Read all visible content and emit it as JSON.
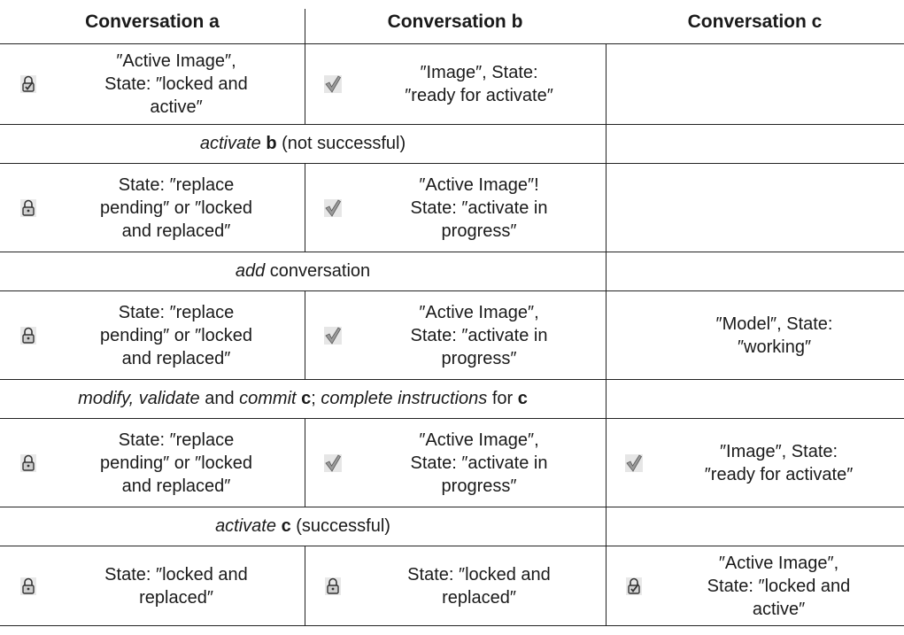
{
  "headers": [
    "Conversation a",
    "Conversation b",
    "Conversation c"
  ],
  "icons": {
    "active": "active-image-lock-icon",
    "check": "checkmark-icon",
    "lock": "padlock-icon"
  },
  "rows": [
    {
      "a": {
        "icon": "active",
        "lines": [
          "″Active Image″,",
          "State: ″locked and",
          "active″"
        ]
      },
      "b": {
        "icon": "check",
        "lines": [
          "″Image″, State:",
          "″ready for activate″"
        ]
      },
      "c": null
    },
    {
      "a": {
        "icon": "lock",
        "lines": [
          "State: ″replace",
          "pending″ or ″locked",
          "and replaced″"
        ]
      },
      "b": {
        "icon": "check",
        "lines": [
          "″Active Image″!",
          "State: ″activate in",
          "progress″"
        ]
      },
      "c": null
    },
    {
      "a": {
        "icon": "lock",
        "lines": [
          "State: ″replace",
          "pending″ or ″locked",
          "and replaced″"
        ]
      },
      "b": {
        "icon": "check",
        "lines": [
          "″Active Image″,",
          "State: ″activate in",
          "progress″"
        ]
      },
      "c": {
        "icon": null,
        "lines": [
          "″Model″, State:",
          "″working″"
        ]
      }
    },
    {
      "a": {
        "icon": "lock",
        "lines": [
          "State: ″replace",
          "pending″ or ″locked",
          "and replaced″"
        ]
      },
      "b": {
        "icon": "check",
        "lines": [
          "″Active Image″,",
          "State: ″activate in",
          "progress″"
        ]
      },
      "c": {
        "icon": "check",
        "lines": [
          "″Image″, State:",
          "″ready for activate″"
        ]
      }
    },
    {
      "a": {
        "icon": "lock",
        "lines": [
          "State: ″locked and",
          "replaced″"
        ]
      },
      "b": {
        "icon": "lock",
        "lines": [
          "State: ″locked and",
          "replaced″"
        ]
      },
      "c": {
        "icon": "active",
        "lines": [
          "″Active Image″,",
          "State: ″locked and",
          "active″"
        ]
      }
    }
  ],
  "steps": [
    {
      "parts": [
        {
          "t": "activate",
          "s": "i"
        },
        {
          "t": " ",
          "s": ""
        },
        {
          "t": "b",
          "s": "b"
        },
        {
          "t": " (not successful)",
          "s": ""
        }
      ]
    },
    {
      "parts": [
        {
          "t": "add",
          "s": "i"
        },
        {
          "t": " conversation",
          "s": ""
        }
      ]
    },
    {
      "parts": [
        {
          "t": "modify, validate",
          "s": "i"
        },
        {
          "t": " and ",
          "s": ""
        },
        {
          "t": "commit",
          "s": "i"
        },
        {
          "t": " ",
          "s": ""
        },
        {
          "t": "c",
          "s": "b"
        },
        {
          "t": "; ",
          "s": ""
        },
        {
          "t": "complete instructions",
          "s": "i"
        },
        {
          "t": " for ",
          "s": ""
        },
        {
          "t": "c",
          "s": "b"
        }
      ]
    },
    {
      "parts": [
        {
          "t": "activate",
          "s": "i"
        },
        {
          "t": " ",
          "s": ""
        },
        {
          "t": "c",
          "s": "b"
        },
        {
          "t": " (successful)",
          "s": ""
        }
      ]
    }
  ]
}
